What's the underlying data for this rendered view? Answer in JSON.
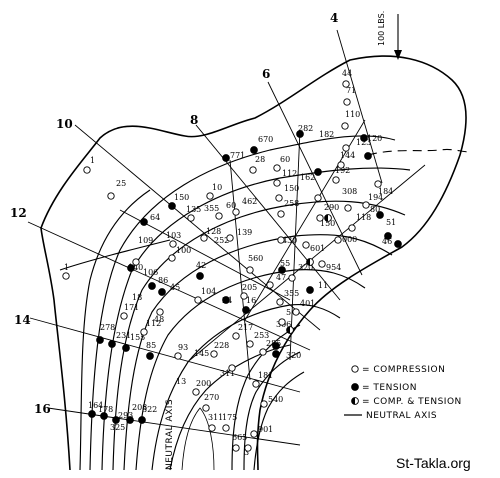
{
  "diagram": {
    "load_label": "100 LBS.",
    "section_labels": {
      "s4": "4",
      "s6": "6",
      "s8": "8",
      "s10": "10",
      "s12": "12",
      "s14": "14",
      "s16": "16"
    },
    "stress_values": {
      "v44": "44",
      "v71": "71",
      "v110": "110",
      "v282": "282",
      "v670": "670",
      "v120": "120",
      "v123": "123",
      "v144": "144",
      "v192": "192",
      "v182": "182",
      "v771": "771",
      "v28": "28",
      "v60": "60",
      "v112": "112",
      "v150a": "150",
      "v162": "162",
      "v258": "258",
      "v290": "290",
      "v308": "308",
      "v184": "184",
      "v194": "194",
      "v51": "51",
      "v46": "46",
      "v118": "118",
      "v80": "80",
      "v1a": "1",
      "v25": "25",
      "v150b": "150",
      "v64": "64",
      "v10": "10",
      "v135": "135",
      "v355a": "355",
      "v60b": "60",
      "v462": "462",
      "v128": "128",
      "v252": "252",
      "v139": "139",
      "v430": "430",
      "v150c": "150",
      "v000": "000",
      "v601": "601",
      "v954": "954",
      "v103": "103",
      "v100": "100",
      "v109": "109",
      "v140": "140",
      "v106": "106",
      "v86": "86",
      "v45": "45",
      "v42": "42",
      "v560": "560",
      "v55": "55",
      "v47": "47",
      "v320a": "320",
      "v1b": "1",
      "v104": "104",
      "v24": "24",
      "v11": "11",
      "v205": "205",
      "v355b": "355",
      "v401": "401",
      "v16": "16",
      "v5": "5",
      "v306": "306",
      "v171": "171",
      "v18": "18",
      "v112b": "112",
      "v48": "48",
      "v278": "278",
      "v231": "231",
      "v155": "155",
      "v85": "85",
      "v93": "93",
      "v145": "145",
      "v228": "228",
      "v217": "217",
      "v253": "253",
      "v285": "285",
      "v320b": "320",
      "v200": "200",
      "v311a": "311",
      "v270": "270",
      "v181": "181",
      "v540": "540",
      "v13": "13",
      "v164": "164",
      "v178": "178",
      "v325": "325",
      "v293": "293",
      "v208": "208",
      "v322": "322",
      "v311b": "311",
      "v175": "175",
      "v665": "665",
      "v901": "901",
      "v3": "3"
    },
    "legend": {
      "compression": "= COMPRESSION",
      "tension": "= TENSION",
      "comp_tension": "= COMP. & TENSION",
      "neutral_axis": "NEUTRAL AXIS"
    },
    "neutral_axis_label": "NEUTRAL AXIS",
    "watermark": "St-Takla.org"
  }
}
